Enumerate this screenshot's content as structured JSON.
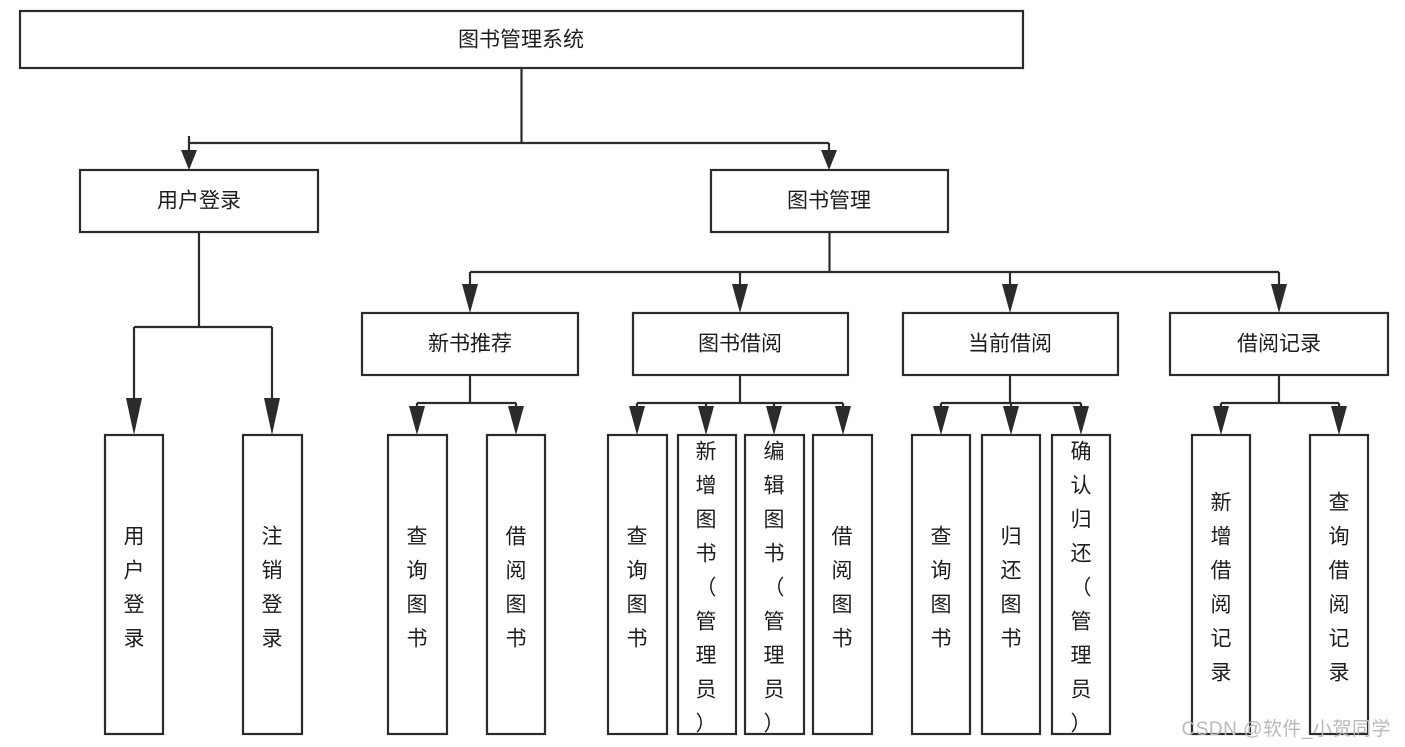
{
  "diagram": {
    "title": "图书管理系统",
    "watermark": "CSDN @软件_小贺同学",
    "type": "tree-hierarchy-diagram",
    "colors": {
      "stroke": "#2b2b2b",
      "fill": "#ffffff",
      "text": "#1d1d1d",
      "watermark": "#b9b9b9"
    },
    "levels": {
      "root": {
        "label": "图书管理系统"
      },
      "level2": [
        {
          "label": "用户登录"
        },
        {
          "label": "图书管理"
        }
      ],
      "level3": [
        {
          "label": "新书推荐"
        },
        {
          "label": "图书借阅"
        },
        {
          "label": "当前借阅"
        },
        {
          "label": "借阅记录"
        }
      ],
      "leaves": [
        {
          "label": "用户登录"
        },
        {
          "label": "注销登录"
        },
        {
          "label": "查询图书"
        },
        {
          "label": "借阅图书"
        },
        {
          "label": "查询图书"
        },
        {
          "label": "新增图书（管理员）"
        },
        {
          "label": "编辑图书（管理员）"
        },
        {
          "label": "借阅图书"
        },
        {
          "label": "查询图书"
        },
        {
          "label": "归还图书"
        },
        {
          "label": "确认归还（管理员）"
        },
        {
          "label": "新增借阅记录"
        },
        {
          "label": "查询借阅记录"
        }
      ]
    },
    "edges": [
      {
        "from": "图书管理系统",
        "to": "用户登录"
      },
      {
        "from": "图书管理系统",
        "to": "图书管理"
      },
      {
        "from": "用户登录",
        "to": "用户登录"
      },
      {
        "from": "用户登录",
        "to": "注销登录"
      },
      {
        "from": "图书管理",
        "to": "新书推荐"
      },
      {
        "from": "图书管理",
        "to": "图书借阅"
      },
      {
        "from": "图书管理",
        "to": "当前借阅"
      },
      {
        "from": "图书管理",
        "to": "借阅记录"
      },
      {
        "from": "新书推荐",
        "to": "查询图书"
      },
      {
        "from": "新书推荐",
        "to": "借阅图书"
      },
      {
        "from": "图书借阅",
        "to": "查询图书"
      },
      {
        "from": "图书借阅",
        "to": "新增图书（管理员）"
      },
      {
        "from": "图书借阅",
        "to": "编辑图书（管理员）"
      },
      {
        "from": "图书借阅",
        "to": "借阅图书"
      },
      {
        "from": "当前借阅",
        "to": "查询图书"
      },
      {
        "from": "当前借阅",
        "to": "归还图书"
      },
      {
        "from": "当前借阅",
        "to": "确认归还（管理员）"
      },
      {
        "from": "借阅记录",
        "to": "新增借阅记录"
      },
      {
        "from": "借阅记录",
        "to": "查询借阅记录"
      }
    ]
  }
}
